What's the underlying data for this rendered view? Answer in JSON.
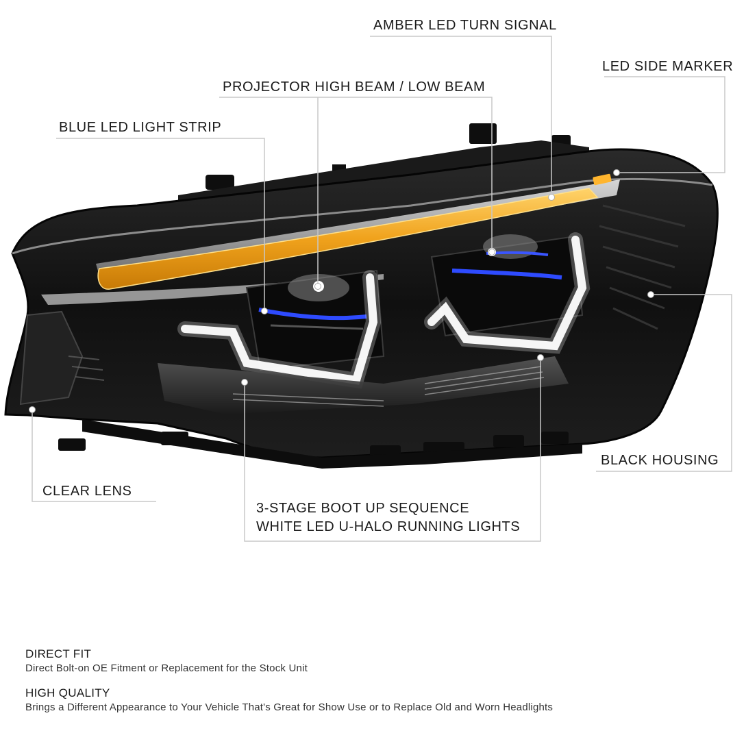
{
  "callouts": {
    "amber_turn_signal": "AMBER LED TURN SIGNAL",
    "led_side_marker": "LED SIDE MARKER",
    "projector_beam": "PROJECTOR HIGH BEAM / LOW BEAM",
    "blue_led_strip": "BLUE LED LIGHT STRIP",
    "black_housing": "BLACK HOUSING",
    "clear_lens": "CLEAR LENS",
    "boot_sequence_line1": "3-STAGE BOOT UP SEQUENCE",
    "boot_sequence_line2": "WHITE LED U-HALO RUNNING LIGHTS"
  },
  "features": [
    {
      "title": "DIRECT FIT",
      "description": "Direct Bolt-on OE Fitment or Replacement for the Stock Unit"
    },
    {
      "title": "HIGH QUALITY",
      "description": "Brings a Different Appearance to Your Vehicle That's Great for Show Use or to Replace Old and Worn Headlights"
    }
  ],
  "colors": {
    "amber": "#f0a21c",
    "blue_led": "#2e4bff",
    "housing": "#141414",
    "leader_line": "#c8c8c8"
  }
}
